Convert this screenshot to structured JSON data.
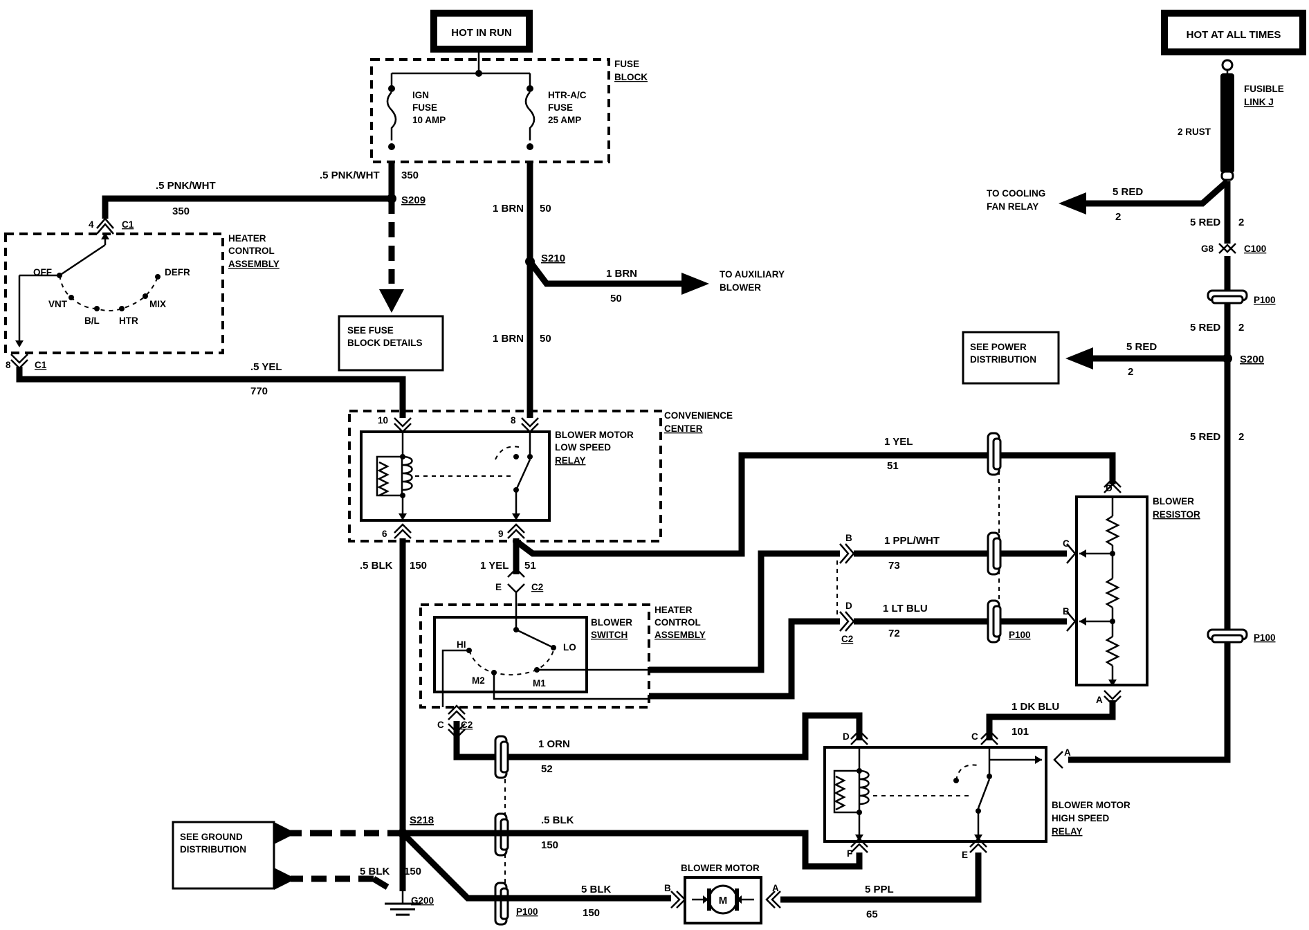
{
  "power": {
    "hot_in_run": "HOT IN RUN",
    "hot_at_all_times": "HOT AT ALL TIMES"
  },
  "fuse_block": {
    "label": [
      "FUSE",
      "BLOCK"
    ],
    "ign_fuse": [
      "IGN",
      "FUSE",
      "10 AMP"
    ],
    "htr_fuse": [
      "HTR-A/C",
      "FUSE",
      "25 AMP"
    ]
  },
  "fusible_link": {
    "label": [
      "FUSIBLE",
      "LINK J"
    ],
    "wire": "2 RUST"
  },
  "wires": {
    "w350_top": ".5 PNK/WHT",
    "w350_top_num": "350",
    "w350_left": ".5 PNK/WHT",
    "w350_left_num": "350",
    "w50_a": "1 BRN",
    "w50_a_num": "50",
    "w50_aux": "1 BRN",
    "w50_aux_num": "50",
    "w50_b": "1 BRN",
    "w50_b_num": "50",
    "w770": ".5 YEL",
    "w770_num": "770",
    "w150_a": ".5 BLK",
    "w150_a_num": "150",
    "w51_a": "1 YEL",
    "w51_a_num": "51",
    "w51_b": "1 YEL",
    "w51_b_num": "51",
    "w73": "1 PPL/WHT",
    "w73_num": "73",
    "w72": "1 LT BLU",
    "w72_num": "72",
    "w52": "1 ORN",
    "w52_num": "52",
    "w150_b": ".5 BLK",
    "w150_b_num": "150",
    "w150_c": "5 BLK",
    "w150_c_num": "150",
    "w150_d": "5 BLK",
    "w150_d_num": "150",
    "w65": "5 PPL",
    "w65_num": "65",
    "w101": "1 DK BLU",
    "w101_num": "101",
    "red_fan": "5 RED",
    "red_fan_num": "2",
    "red_1": "5 RED",
    "red_1_num": "2",
    "red_2": "5 RED",
    "red_2_num": "2",
    "red_pd": "5 RED",
    "red_pd_num": "2",
    "red_3": "5 RED",
    "red_3_num": "2"
  },
  "splices": {
    "s209": "S209",
    "s210": "S210",
    "s200": "S200",
    "s218": "S218"
  },
  "connectors": {
    "c1": "C1",
    "c2": "C2",
    "c100": "C100",
    "g8": "G8",
    "p100": "P100",
    "g200": "G200",
    "pin4": "4",
    "pin8": "8",
    "pin10": "10",
    "pin6": "6",
    "pin9": "9",
    "pinE": "E",
    "pinC": "C",
    "pinD": "D",
    "pinB": "B",
    "pinA": "A",
    "pinF": "F"
  },
  "components": {
    "heater_control_assembly_top": [
      "HEATER",
      "CONTROL",
      "ASSEMBLY"
    ],
    "heater_control_assembly_mid": [
      "HEATER",
      "CONTROL",
      "ASSEMBLY"
    ],
    "hc_positions": {
      "off": "OFF",
      "vnt": "VNT",
      "bl": "B/L",
      "htr": "HTR",
      "mix": "MIX",
      "defr": "DEFR"
    },
    "convenience_center": [
      "CONVENIENCE",
      "CENTER"
    ],
    "low_speed_relay": [
      "BLOWER MOTOR",
      "LOW SPEED",
      "RELAY"
    ],
    "blower_switch": [
      "BLOWER",
      "SWITCH"
    ],
    "switch_positions": {
      "hi": "HI",
      "lo": "LO",
      "m1": "M1",
      "m2": "M2"
    },
    "blower_resistor": [
      "BLOWER",
      "RESISTOR"
    ],
    "high_speed_relay": [
      "BLOWER MOTOR",
      "HIGH SPEED",
      "RELAY"
    ],
    "blower_motor": "BLOWER MOTOR",
    "motor_symbol": "M"
  },
  "references": {
    "fuse_block_details": [
      "SEE FUSE",
      "BLOCK DETAILS"
    ],
    "power_distribution": [
      "SEE POWER",
      "DISTRIBUTION"
    ],
    "ground_distribution": [
      "SEE GROUND",
      "DISTRIBUTION"
    ],
    "cooling_fan_relay": [
      "TO COOLING",
      "FAN RELAY"
    ],
    "auxiliary_blower": [
      "TO AUXILIARY",
      "BLOWER"
    ]
  }
}
